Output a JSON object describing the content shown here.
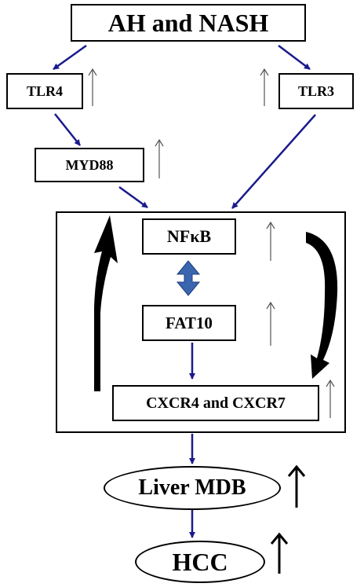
{
  "nodes": {
    "title": "AH and NASH",
    "tlr4": "TLR4",
    "tlr3": "TLR3",
    "myd88": "MYD88",
    "nfkb": "NFκB",
    "fat10": "FAT10",
    "cxcr": "CXCR4 and CXCR7",
    "liver_mdb": "Liver MDB",
    "hcc": "HCC"
  },
  "colors": {
    "arrow": "#1a1a8c",
    "double_arrow": "#3a66b0",
    "up_arrow": "#555555"
  },
  "indicators": {
    "tlr4": "up",
    "tlr3": "up",
    "myd88": "up",
    "nfkb": "up",
    "fat10": "up",
    "cxcr": "up",
    "liver_mdb": "up",
    "hcc": "up"
  }
}
